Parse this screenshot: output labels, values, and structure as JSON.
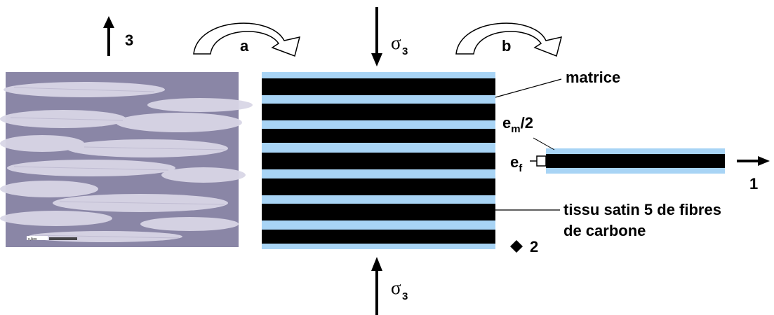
{
  "labels": {
    "axis_3": "3",
    "axis_1": "1",
    "axis_2": "2",
    "arrow_a": "a",
    "arrow_b": "b",
    "sigma_top": "σ",
    "sigma_top_sub": "3",
    "sigma_bottom": "σ",
    "sigma_bottom_sub": "3",
    "matrice": "matrice",
    "em_main": "e",
    "em_sub": "m",
    "em_tail": "/2",
    "ef_main": "e",
    "ef_sub": "f",
    "tissu_line1": "tissu satin 5 de fibres",
    "tissu_line2": "de carbone",
    "scale_bar": "s,Aos"
  },
  "colors": {
    "matrix_blue": "#a8d4f5",
    "fiber_black": "#000000",
    "micro_bg": "#8a86a6",
    "micro_tow": "#d9d6e6"
  },
  "laminate": {
    "fiber_layers": 7
  }
}
